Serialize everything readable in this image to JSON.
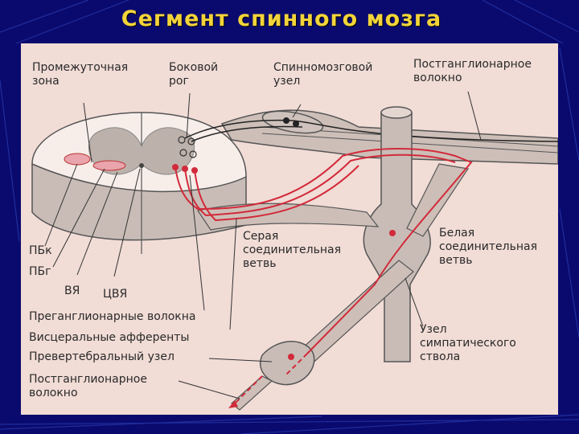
{
  "slide": {
    "title": "Сегмент спинного мозга",
    "colors": {
      "background": "#0a0a6e",
      "title": "#f2d43a",
      "panel": "#f1dcd6",
      "fiber": "#d22a3a"
    }
  },
  "labels": {
    "intermediate_zone": [
      "Промежуточная",
      "зона"
    ],
    "lateral_horn": [
      "Боковой",
      "рог"
    ],
    "spinal_ganglion": [
      "Спинномозговой",
      "узел"
    ],
    "postganglionic_top": [
      "Постганглионарное",
      "волокно"
    ],
    "gray_ramus": [
      "Серая",
      "соединительная",
      "ветвь"
    ],
    "white_ramus": [
      "Белая",
      "соединительная",
      "ветвь"
    ],
    "pbk": "ПБк",
    "pbg": "ПБг",
    "vya": "ВЯ",
    "tsvya": "ЦВЯ",
    "preganglionic": "Преганглионарные волокна",
    "visceral_afferents": "Висцеральные афференты",
    "prevertebral_node": "Превертебральный узел",
    "postganglionic_bottom": [
      "Постганглионарное",
      "волокно"
    ],
    "sympathetic_trunk_node": [
      "Узел",
      "симпатического",
      "ствола"
    ]
  }
}
